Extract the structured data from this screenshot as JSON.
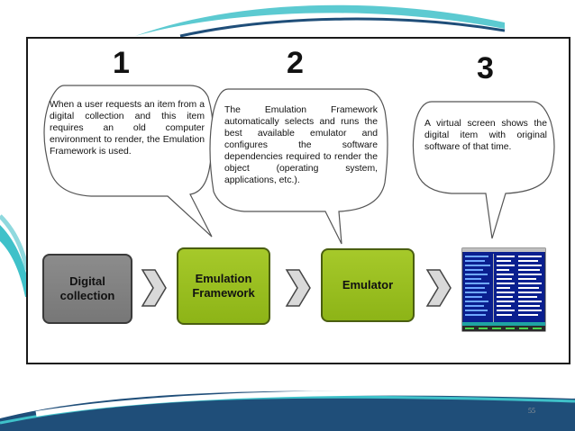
{
  "steps": [
    {
      "number": "1",
      "text": "When a user requests an item from a digital collection and this item requires an old computer environment to render, the Emulation Framework is used."
    },
    {
      "number": "2",
      "text": "The Emulation Framework automatically selects and runs the best available emulator and configures the software dependencies required to render the object (operating system, applications, etc.)."
    },
    {
      "number": "3",
      "text": "A virtual screen shows the digital item with original software of that time."
    }
  ],
  "boxes": [
    {
      "label": "Digital\ncollection",
      "color": "#808080"
    },
    {
      "label": "Emulation\nFramework",
      "color": "#99bf20"
    },
    {
      "label": "Emulator",
      "color": "#99bf20"
    }
  ],
  "slide_number": "55",
  "colors": {
    "teal": "#3fc1c9",
    "navy": "#1f4e79",
    "accent_green": "#99bf20"
  },
  "icons": [
    "chevron-right-icon",
    "terminal-screen-icon"
  ]
}
